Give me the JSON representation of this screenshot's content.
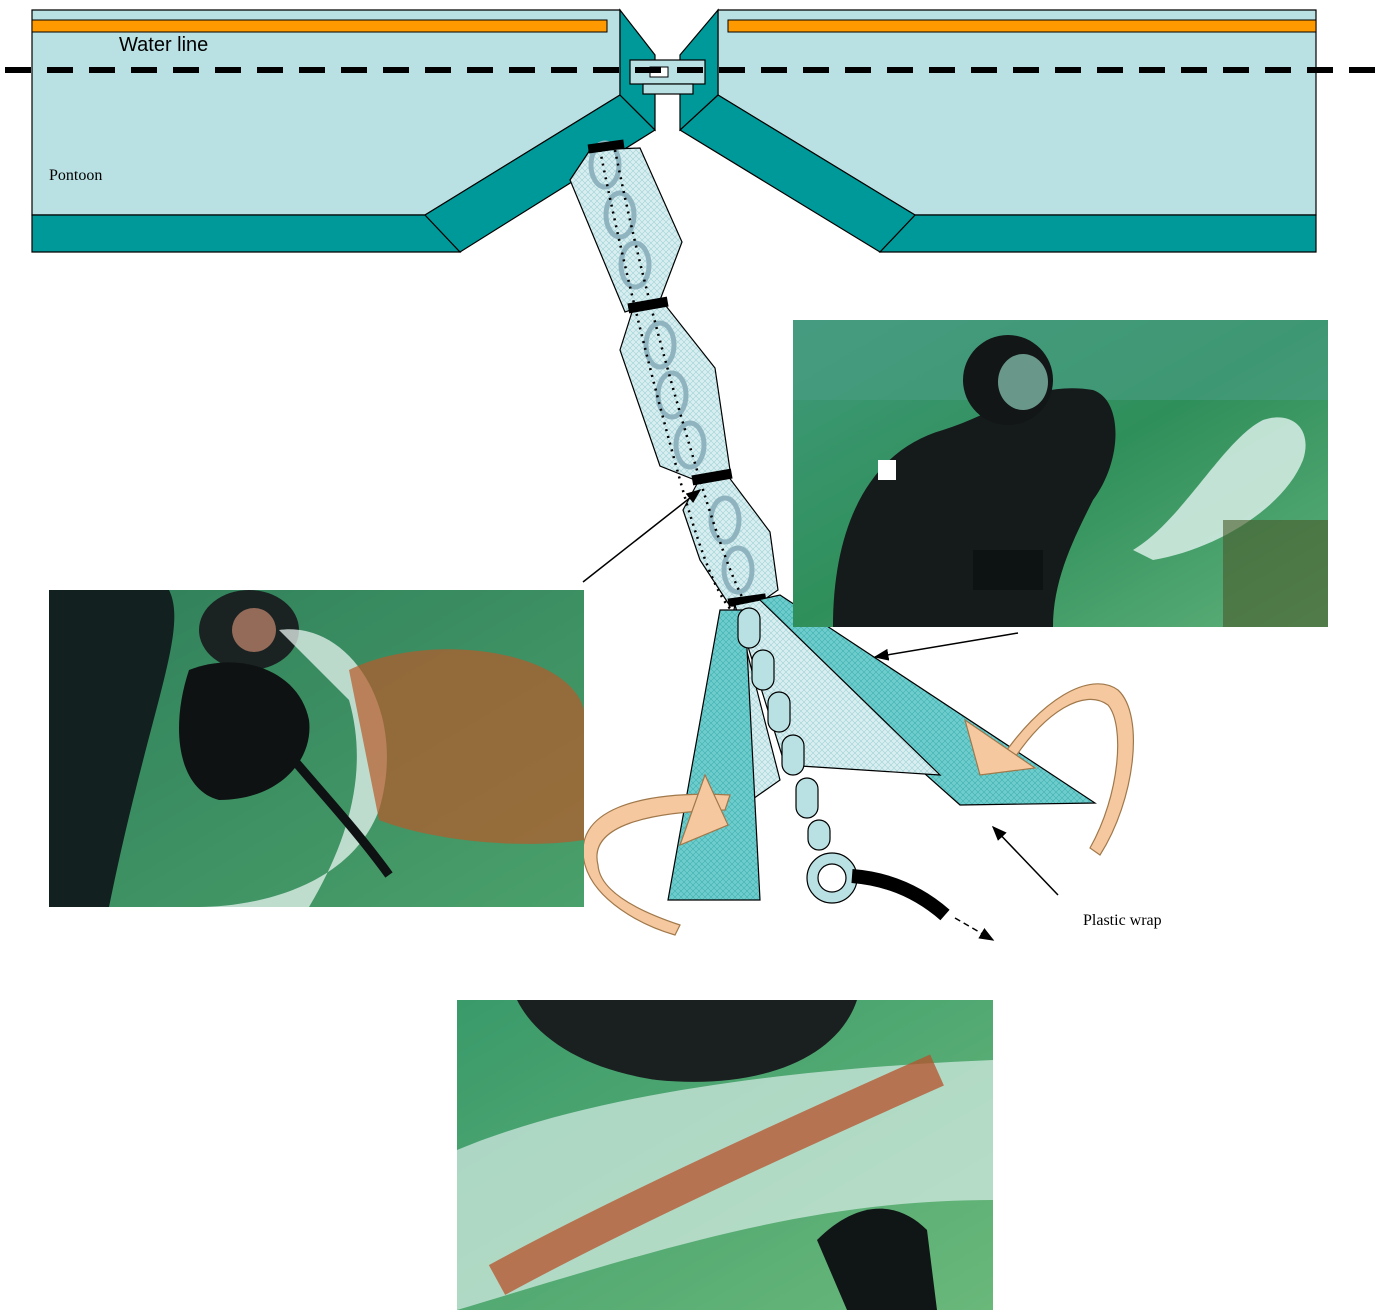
{
  "labels": {
    "water_line": "Water line",
    "pontoon": "Pontoon",
    "plastic_wrap": "Plastic wrap"
  },
  "photos": [
    {
      "name": "diver-photo-right",
      "description": "Diver in full-face mask wrapping plastic film underwater"
    },
    {
      "name": "diver-photo-left",
      "description": "Diver gloved hand pressing plastic film over fouled chain"
    },
    {
      "name": "diver-photo-bottom",
      "description": "Close-up of plastic film wrapped around rusty chain"
    }
  ],
  "colors": {
    "pontoon_fill": "#b9e0e2",
    "pontoon_dark": "#009999",
    "waterline_stripe": "#ff9900",
    "wrap_fill": "#d9eef0",
    "wrap_dark": "#66cccc",
    "strap": "#f5c8a0",
    "underwater_green": "#2f8f5a"
  }
}
